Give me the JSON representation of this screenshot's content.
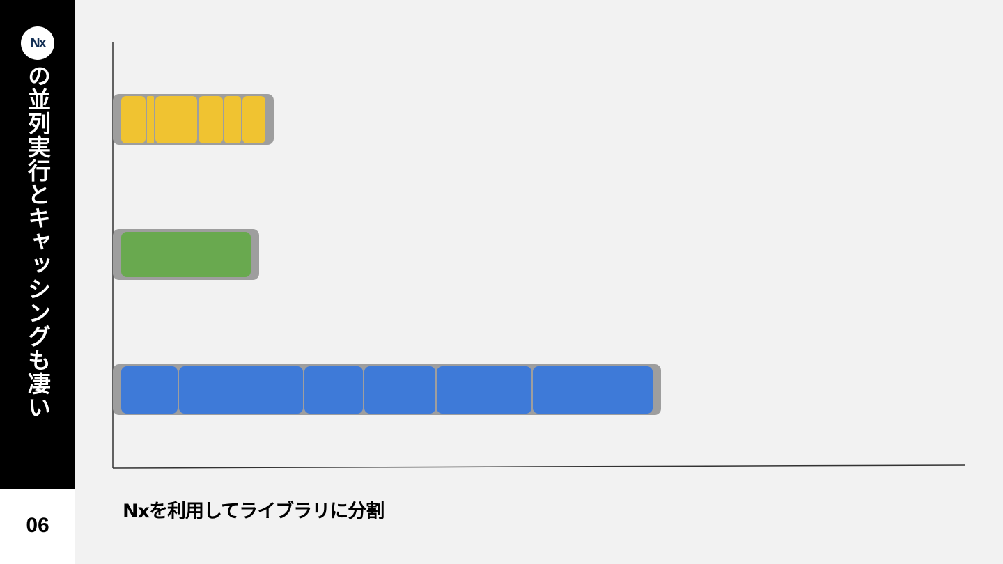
{
  "sidebar": {
    "logo_text": "Nx",
    "title": "の並列実行とキャッシングも凄い",
    "page_number": "06"
  },
  "caption": "Nxを利用してライブラリに分割",
  "colors": {
    "sidebar_bg": "#000000",
    "background": "#f2f2f2",
    "container": "#9e9e9e",
    "yellow": "#f0c331",
    "green": "#69a94f",
    "blue": "#3e7ad8"
  },
  "bars": [
    {
      "name": "yellow-bar",
      "color": "yellow"
    },
    {
      "name": "green-bar",
      "color": "green"
    },
    {
      "name": "blue-bar",
      "color": "blue"
    }
  ]
}
